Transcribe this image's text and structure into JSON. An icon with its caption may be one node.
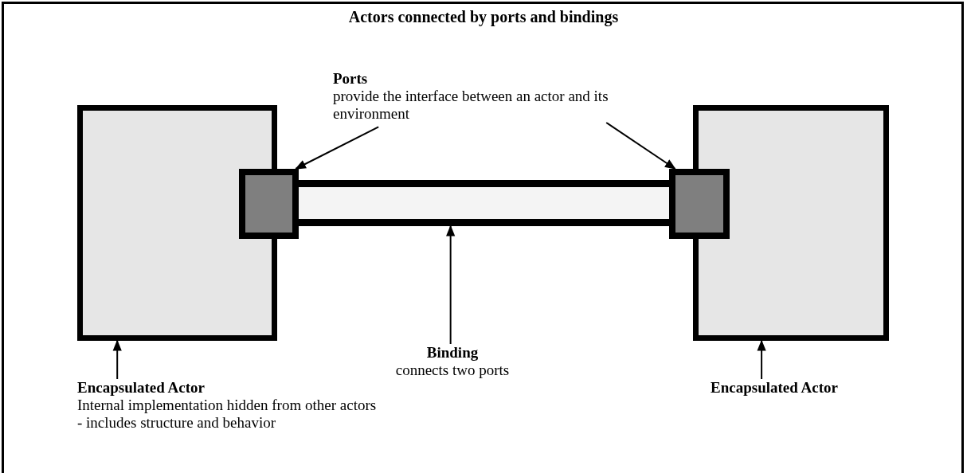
{
  "diagram": {
    "title": "Actors connected by ports and bindings",
    "nodes": [
      {
        "text": [],
        "shape": "box"
      },
      {
        "text": [],
        "shape": "box"
      },
      {
        "text": [],
        "shape": "bar"
      },
      {
        "text": [],
        "shape": "box"
      },
      {
        "text": [],
        "shape": "box"
      },
      {
        "text": [
          "Ports",
          "provide the interface between an actor and its environment"
        ]
      },
      {
        "text": [
          "Binding",
          "connects two ports"
        ]
      },
      {
        "text": [
          "Encapsulated Actor",
          "Internal implementation hidden from other actors",
          "- includes structure and behavior"
        ]
      },
      {
        "text": [
          "Encapsulated Actor"
        ]
      }
    ],
    "edges": [
      {
        "from": 5,
        "to": 1,
        "arrow": "to"
      },
      {
        "from": 5,
        "to": 3,
        "arrow": "to"
      },
      {
        "from": 6,
        "to": 2,
        "arrow": "to"
      },
      {
        "from": 7,
        "to": 0,
        "arrow": "to"
      },
      {
        "from": 8,
        "to": 4,
        "arrow": "to"
      }
    ]
  }
}
